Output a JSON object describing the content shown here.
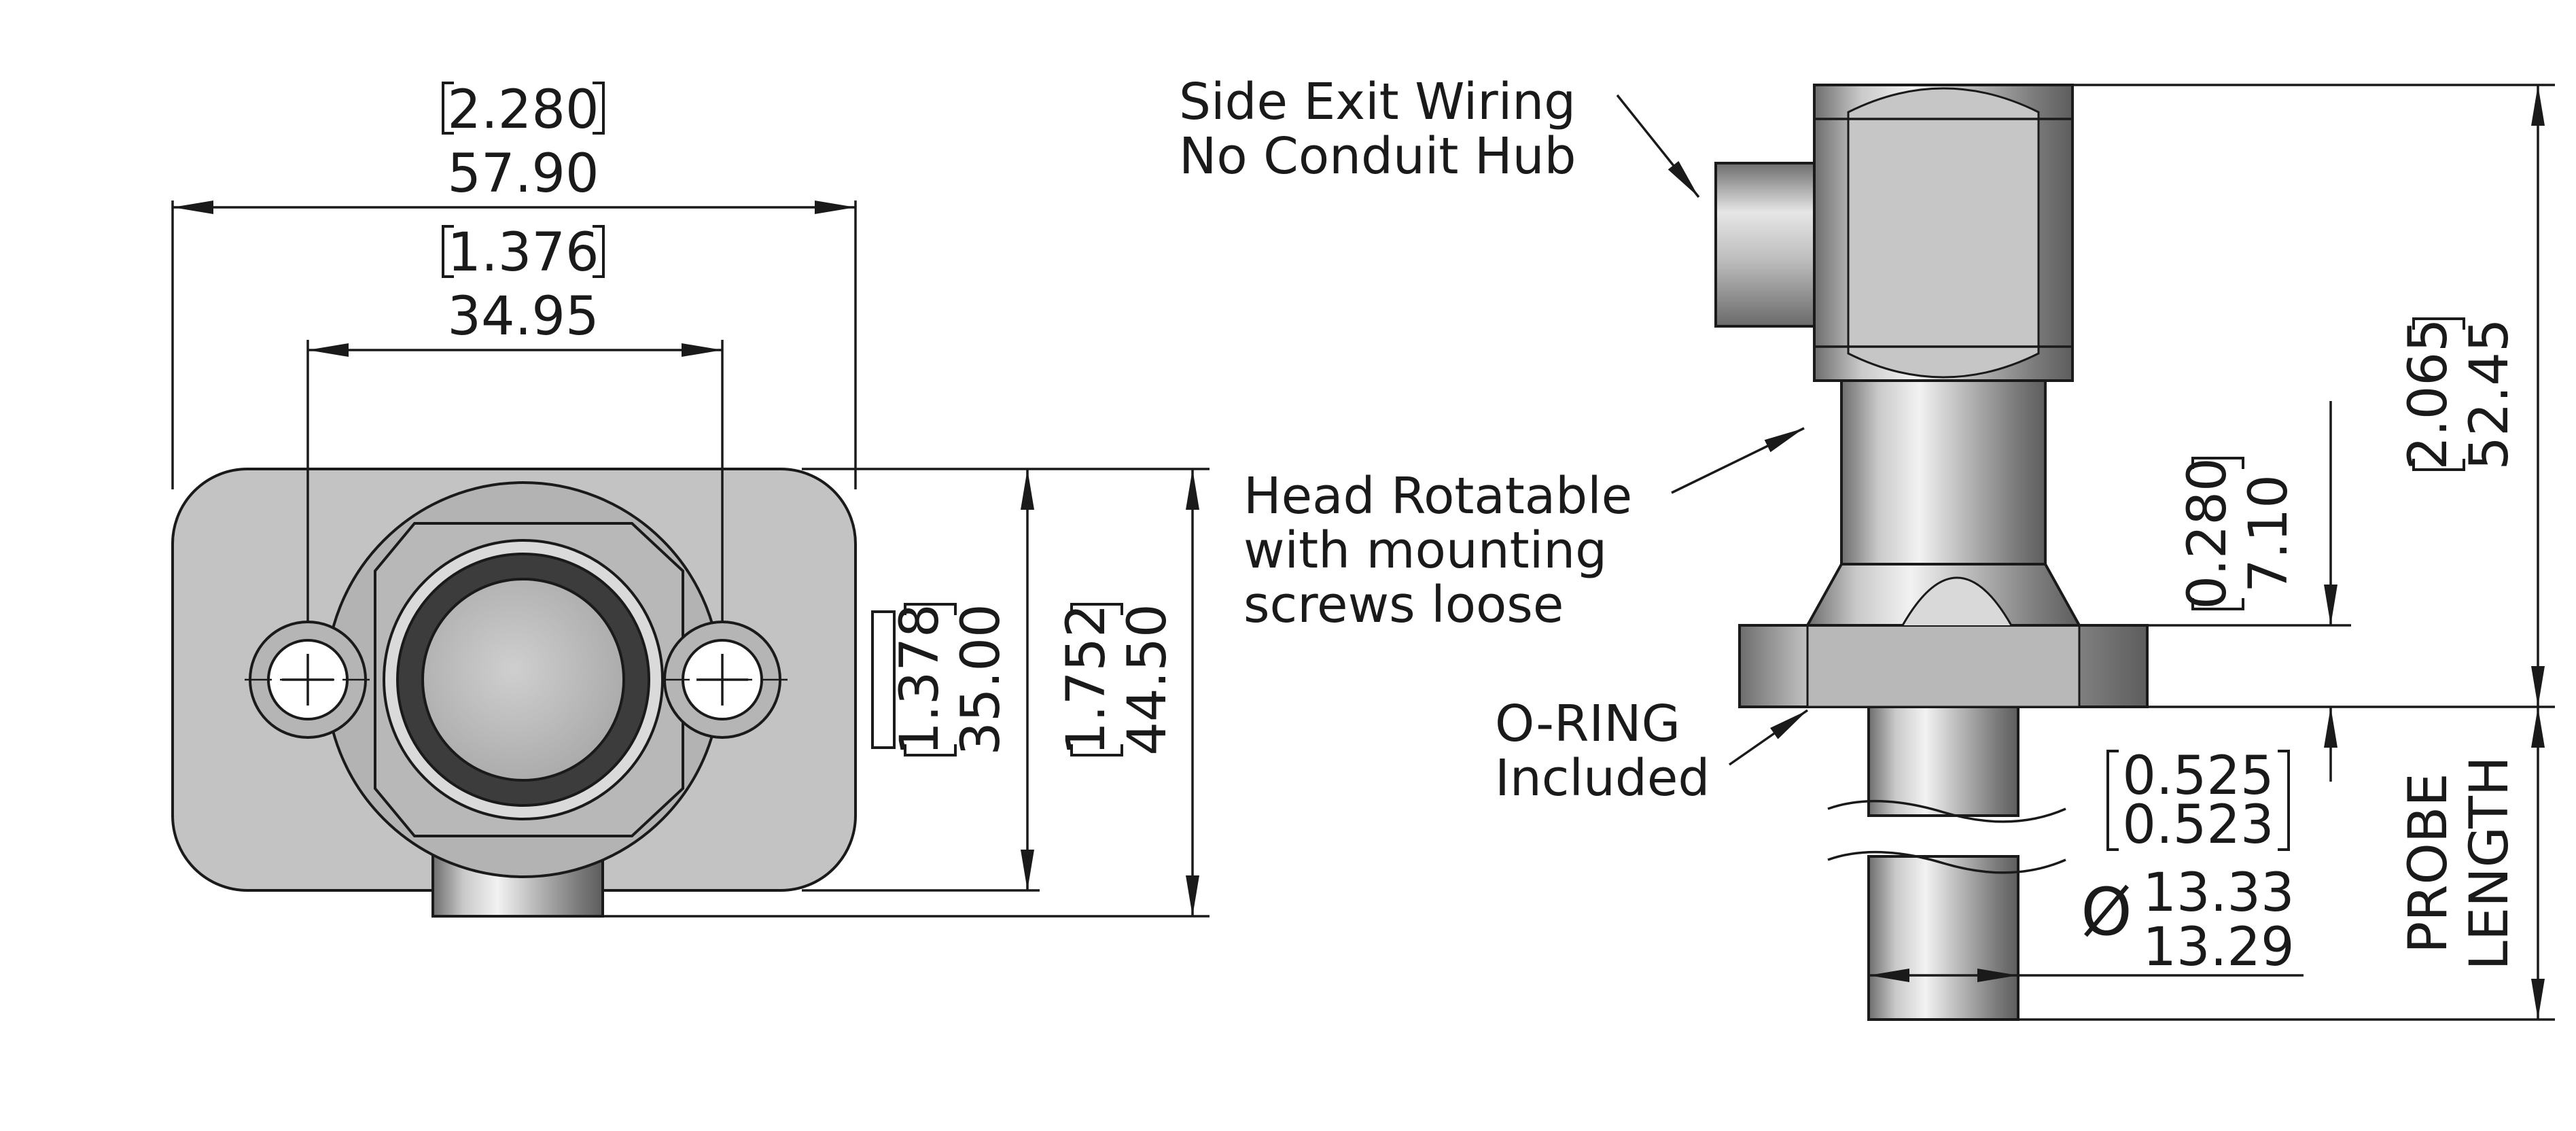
{
  "front_view": {
    "overall_width": {
      "inch": "2.280",
      "mm": "57.90"
    },
    "screw_spacing": {
      "inch": "1.376",
      "mm": "34.95"
    },
    "flange_height": {
      "inch": "1.378",
      "mm": "35.00"
    },
    "overall_height": {
      "inch": "1.752",
      "mm": "44.50"
    }
  },
  "side_view": {
    "callouts": {
      "side_exit": [
        "Side Exit Wiring",
        "No Conduit Hub"
      ],
      "head_rotatable": [
        "Head Rotatable",
        "with mounting",
        "screws loose"
      ],
      "o_ring": [
        "O-RING",
        "Included"
      ]
    },
    "overall_height": {
      "inch": "2.065",
      "mm": "52.45"
    },
    "flange_thickness": {
      "inch": "0.280",
      "mm": "7.10"
    },
    "probe_diameter": {
      "inch_max": "0.525",
      "inch_min": "0.523",
      "symbol": "Ø",
      "mm_max": "13.33",
      "mm_min": "13.29"
    },
    "probe_length": [
      "PROBE",
      "LENGTH"
    ]
  }
}
